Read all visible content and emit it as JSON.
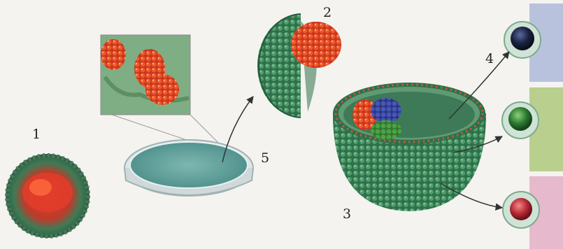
{
  "labels": {
    "one": "1",
    "two": "2",
    "three": "3",
    "four": "4",
    "five": "5"
  },
  "colors": {
    "background": "#f4f3ef",
    "blastocyst_green": "#3f8a5e",
    "cell_red": "#d8402c",
    "inner_mass_orange": "#e8622a",
    "inner_mass_blue": "#3a4aa0",
    "swatch_blue": "#b9c2dd",
    "swatch_green": "#b8cf8e",
    "swatch_pink": "#e7b9cc"
  }
}
